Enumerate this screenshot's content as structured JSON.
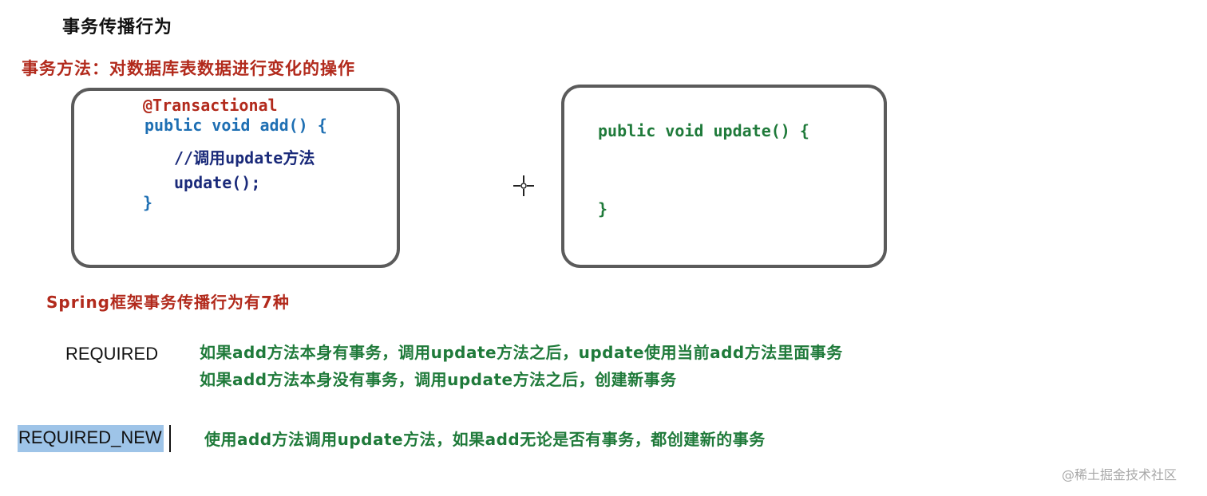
{
  "heading": "事务传播行为",
  "subheading": "事务方法：对数据库表数据进行变化的操作",
  "left_code": {
    "annotation": "@Transactional",
    "signature": "public void add() {",
    "comment": "//调用update方法",
    "call": "update();",
    "close": "}"
  },
  "right_code": {
    "signature": "public void update()  {",
    "close": "}"
  },
  "spring_note": "Spring框架事务传播行为有7种",
  "behaviors": [
    {
      "name": "REQUIRED",
      "lines": [
        "如果add方法本身有事务，调用update方法之后，update使用当前add方法里面事务",
        "如果add方法本身没有事务，调用update方法之后，创建新事务"
      ]
    },
    {
      "name": "REQUIRED_NEW",
      "lines": [
        "使用add方法调用update方法，如果add无论是否有事务，都创建新的事务"
      ]
    }
  ],
  "watermark": "@稀土掘金技术社区",
  "colors": {
    "red": "#b22a1c",
    "green": "#1f7a3a",
    "blue": "#1e6fb3",
    "navy": "#1a2a7a",
    "selection": "#9ec4e8",
    "box_border": "#5b5b5b"
  },
  "icons": [
    "crosshair-cursor-icon"
  ]
}
